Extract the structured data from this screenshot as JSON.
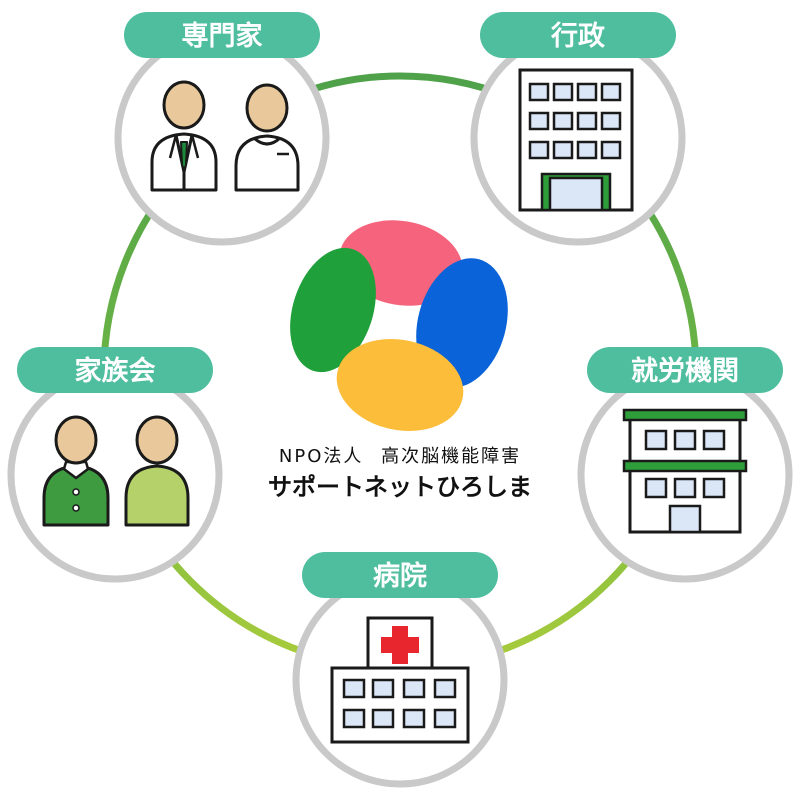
{
  "diagram": {
    "nodes": [
      {
        "id": "experts",
        "label": "専門家",
        "icon": "specialists-icon"
      },
      {
        "id": "government",
        "label": "行政",
        "icon": "government-building-icon"
      },
      {
        "id": "employment",
        "label": "就労機関",
        "icon": "employment-office-icon"
      },
      {
        "id": "hospital",
        "label": "病院",
        "icon": "hospital-icon"
      },
      {
        "id": "family",
        "label": "家族会",
        "icon": "family-icon"
      }
    ],
    "center": {
      "logo": "support-net-hiroshima-logo",
      "org_type": "NPO法人",
      "org_desc": "高次脳機能障害",
      "org_name": "サポートネットひろしま"
    }
  },
  "colors": {
    "ring_green": "#5fae4f",
    "ring_lime": "#a9cc3c",
    "pill_teal": "#4fbe9f",
    "node_border": "#c9c9c9",
    "petal_pink": "#f5647c",
    "petal_blue": "#0a63d8",
    "petal_green": "#1fa03a",
    "petal_yellow": "#fbbd3a",
    "cross_red": "#e8262d"
  }
}
